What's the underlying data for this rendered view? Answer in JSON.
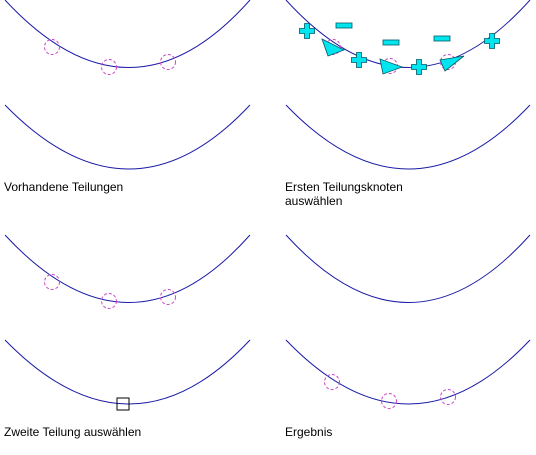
{
  "colors": {
    "arc": "#1a1aa6",
    "node": "#cc44cc",
    "grip": "#00e5ee",
    "grip_outline": "#005a66",
    "marker": "#000000",
    "text": "#000000"
  },
  "panels": [
    {
      "id": "existing",
      "caption_lines": [
        "Vorhandene Teilungen"
      ]
    },
    {
      "id": "first-node",
      "caption_lines": [
        "Ersten Teilungsknoten",
        "auswählen"
      ]
    },
    {
      "id": "second-division",
      "caption_lines": [
        "Zweite Teilung auswählen"
      ]
    },
    {
      "id": "result",
      "caption_lines": [
        "Ergebnis"
      ]
    }
  ],
  "icons": {
    "plus": "plus-grip-icon",
    "minus": "minus-grip-icon",
    "arrow": "arrow-grip-icon",
    "node": "division-node-icon",
    "selection": "selection-box-icon"
  }
}
